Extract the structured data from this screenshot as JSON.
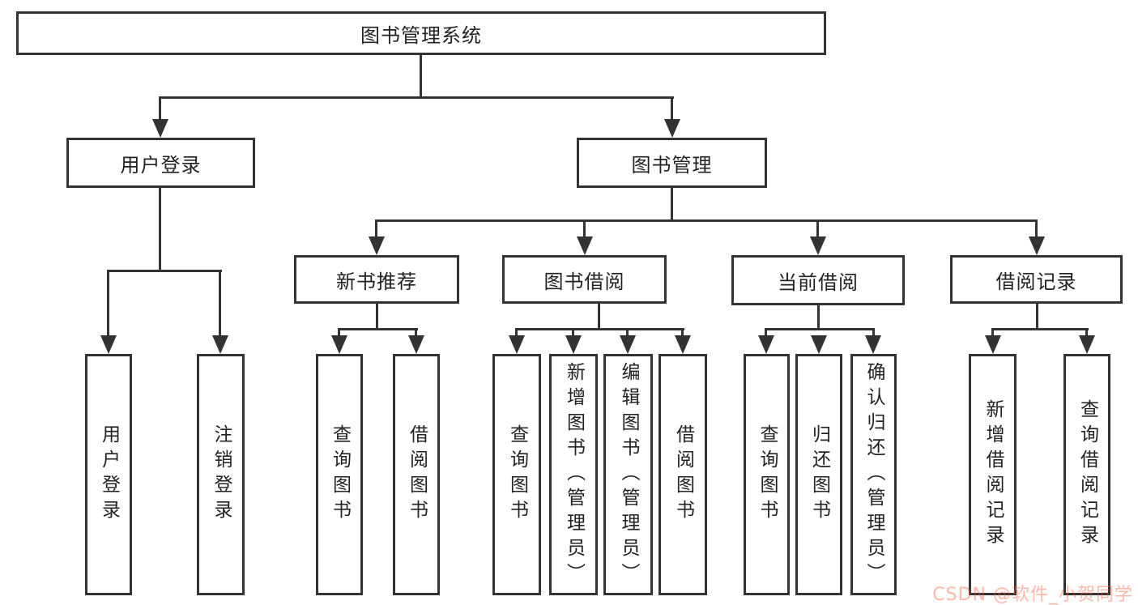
{
  "colors": {
    "line": "#333333",
    "box_background": "#ffffff",
    "text": "#222222",
    "watermark": "rgba(252,85,49,0.42)"
  },
  "tree": {
    "root": {
      "label": "图书管理系统"
    },
    "branches": [
      {
        "label": "用户登录",
        "children": [
          {
            "label": "用户登录"
          },
          {
            "label": "注销登录"
          }
        ]
      },
      {
        "label": "图书管理",
        "sections": [
          {
            "label": "新书推荐",
            "children": [
              {
                "label": "查询图书"
              },
              {
                "label": "借阅图书"
              }
            ]
          },
          {
            "label": "图书借阅",
            "children": [
              {
                "label": "查询图书"
              },
              {
                "label": "新增图书（管理员）"
              },
              {
                "label": "编辑图书（管理员）"
              },
              {
                "label": "借阅图书"
              }
            ]
          },
          {
            "label": "当前借阅",
            "children": [
              {
                "label": "查询图书"
              },
              {
                "label": "归还图书"
              },
              {
                "label": "确认归还（管理员）"
              }
            ]
          },
          {
            "label": "借阅记录",
            "children": [
              {
                "label": "新增借阅记录"
              },
              {
                "label": "查询借阅记录"
              }
            ]
          }
        ]
      }
    ]
  },
  "watermark": {
    "text": "CSDN @软件_小贺同学"
  }
}
